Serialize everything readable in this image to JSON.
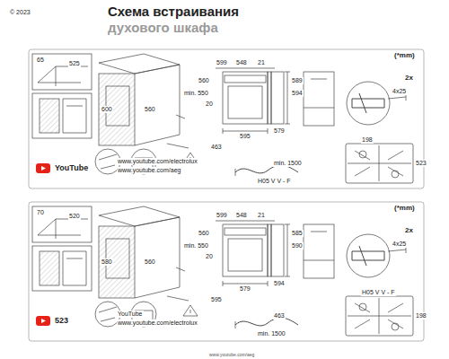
{
  "diagram": {
    "title": "Схема встраивания духового шкафа",
    "labels": [
      "(*mm)",
      "2x",
      "4x25",
      "65",
      "525",
      "600",
      "560",
      "599",
      "548",
      "21",
      "560",
      "min. 550",
      "20",
      "589",
      "594",
      "579",
      "595",
      "463",
      "min. 1500",
      "H05 V V - F",
      "198",
      "523",
      "YouTube",
      "www.youtube.com/electrolux",
      "www.youtube.com/aeg",
      "(*mm)",
      "2x",
      "4x25",
      "70",
      "520",
      "580",
      "560",
      "599",
      "548",
      "21",
      "560",
      "min. 550",
      "20",
      "585",
      "590",
      "594",
      "579",
      "595",
      "463",
      "min. 1500",
      "H05 V V - F",
      "198",
      "523",
      "YouTube",
      "www.youtube.com/electrolux",
      "www.youtube.com/aeg",
      "© 2023"
    ]
  }
}
